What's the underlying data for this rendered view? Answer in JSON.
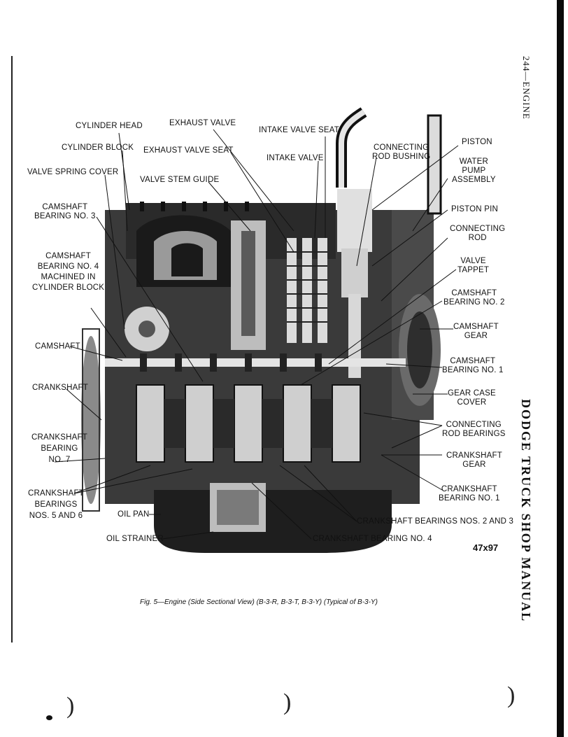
{
  "running_head": "244—ENGINE",
  "side_title": "DODGE TRUCK SHOP MANUAL",
  "figure_number": "47x97",
  "caption": "Fig. 5—Engine (Side Sectional View) (B-3-R, B-3-T, B-3-Y) (Typical of B-3-Y)",
  "labels": {
    "cylinder_head": "CYLINDER HEAD",
    "exhaust_valve": "EXHAUST VALVE",
    "intake_valve_seat": "INTAKE VALVE SEAT",
    "cylinder_block": "CYLINDER BLOCK",
    "exhaust_valve_seat": "EXHAUST VALVE SEAT",
    "intake_valve": "INTAKE VALVE",
    "connecting_rod_bushing": "CONNECTING\nROD BUSHING",
    "piston": "PISTON",
    "valve_spring_cover": "VALVE SPRING COVER",
    "valve_stem_guide": "VALVE STEM GUIDE",
    "water_pump_assembly": "WATER\nPUMP\nASSEMBLY",
    "camshaft_bearing_3": "CAMSHAFT\nBEARING NO. 3",
    "piston_pin": "PISTON PIN",
    "connecting_rod": "CONNECTING\nROD",
    "camshaft_bearing_4": "CAMSHAFT\nBEARING NO. 4\nMACHINED IN\nCYLINDER BLOCK",
    "valve_tappet": "VALVE\nTAPPET",
    "camshaft_bearing_2": "CAMSHAFT\nBEARING NO. 2",
    "camshaft": "CAMSHAFT",
    "camshaft_gear": "CAMSHAFT\nGEAR",
    "camshaft_bearing_1": "CAMSHAFT\nBEARING NO. 1",
    "crankshaft": "CRANKSHAFT",
    "gear_case_cover": "GEAR CASE\nCOVER",
    "crankshaft_bearing_7": "CRANKSHAFT\nBEARING\nNO. 7",
    "connecting_rod_bearings": "CONNECTING\nROD BEARINGS",
    "crankshaft_gear": "CRANKSHAFT\nGEAR",
    "crankshaft_bearings_5_6": "CRANKSHAFT\nBEARINGS\nNOS. 5 AND 6",
    "crankshaft_bearing_1": "CRANKSHAFT\nBEARING NO. 1",
    "oil_pan": "OIL PAN",
    "crankshaft_bearings_2_3": "CRANKSHAFT BEARINGS NOS. 2 AND 3",
    "oil_strainer": "OIL STRAINER",
    "crankshaft_bearing_4": "CRANKSHAFT BEARING NO. 4"
  },
  "colors": {
    "ink": "#111111",
    "paper": "#ffffff",
    "shadow": "#2a2a2a",
    "mid": "#7a7a7a",
    "light": "#c8c8c8"
  }
}
